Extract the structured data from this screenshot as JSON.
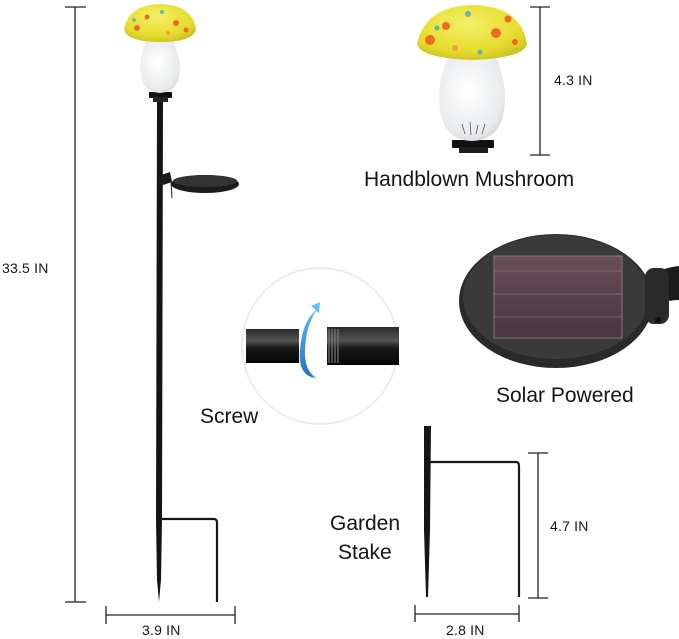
{
  "product": {
    "description": "Solar mushroom garden stake light dimension diagram"
  },
  "dimensions": {
    "overall_height": "33.5 IN",
    "base_width": "3.9 IN",
    "mushroom_height": "4.3 IN",
    "stake_height": "4.7 IN",
    "stake_width": "2.8 IN"
  },
  "features": {
    "mushroom": "Handblown Mushroom",
    "solar": "Solar Powered",
    "screw": "Screw",
    "stake_line1": "Garden",
    "stake_line2": "Stake"
  },
  "colors": {
    "cap_yellow": "#e9e23a",
    "cap_orange": "#ef6a1e",
    "glass_white": "#eef0f2",
    "metal_black": "#151515",
    "panel_purple": "#5a3f4b",
    "arrow_blue": "#2f8fe0"
  }
}
